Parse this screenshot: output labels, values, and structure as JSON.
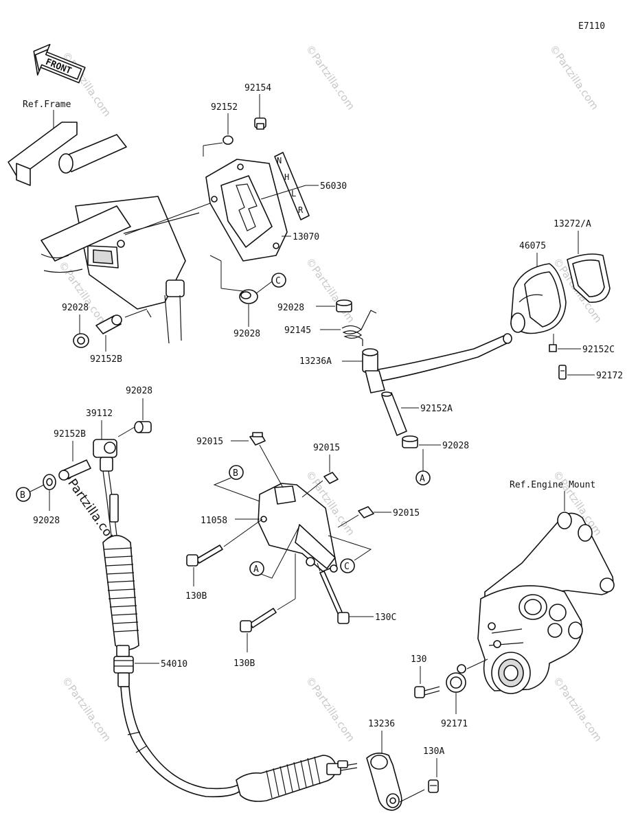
{
  "diagram_code": "E7110",
  "front_label": "FRONT",
  "ref_labels": {
    "frame": "Ref.Frame",
    "engine_mount": "Ref.Engine Mount"
  },
  "callouts": {
    "A": "A",
    "B": "B",
    "C": "C"
  },
  "parts": {
    "p92154": "92154",
    "p92152": "92152",
    "p56030": "56030",
    "p13070": "13070",
    "p92028_a": "92028",
    "p92028_b": "92028",
    "p92028_c": "92028",
    "p92028_d": "92028",
    "p92028_e": "92028",
    "p92028_f": "92028",
    "p92152B_a": "92152B",
    "p92152B_b": "92152B",
    "p92145": "92145",
    "p13236A": "13236A",
    "p92152A": "92152A",
    "p46075": "46075",
    "p13272A": "13272/A",
    "p92152C": "92152C",
    "p92172": "92172",
    "p39112": "39112",
    "p92015_a": "92015",
    "p92015_b": "92015",
    "p92015_c": "92015",
    "p11058": "11058",
    "p130B_a": "130B",
    "p130B_b": "130B",
    "p130C": "130C",
    "p54010": "54010",
    "p13236": "13236",
    "p130A": "130A",
    "p130": "130",
    "p92171": "92171"
  },
  "watermark": "©Partzilla.com"
}
